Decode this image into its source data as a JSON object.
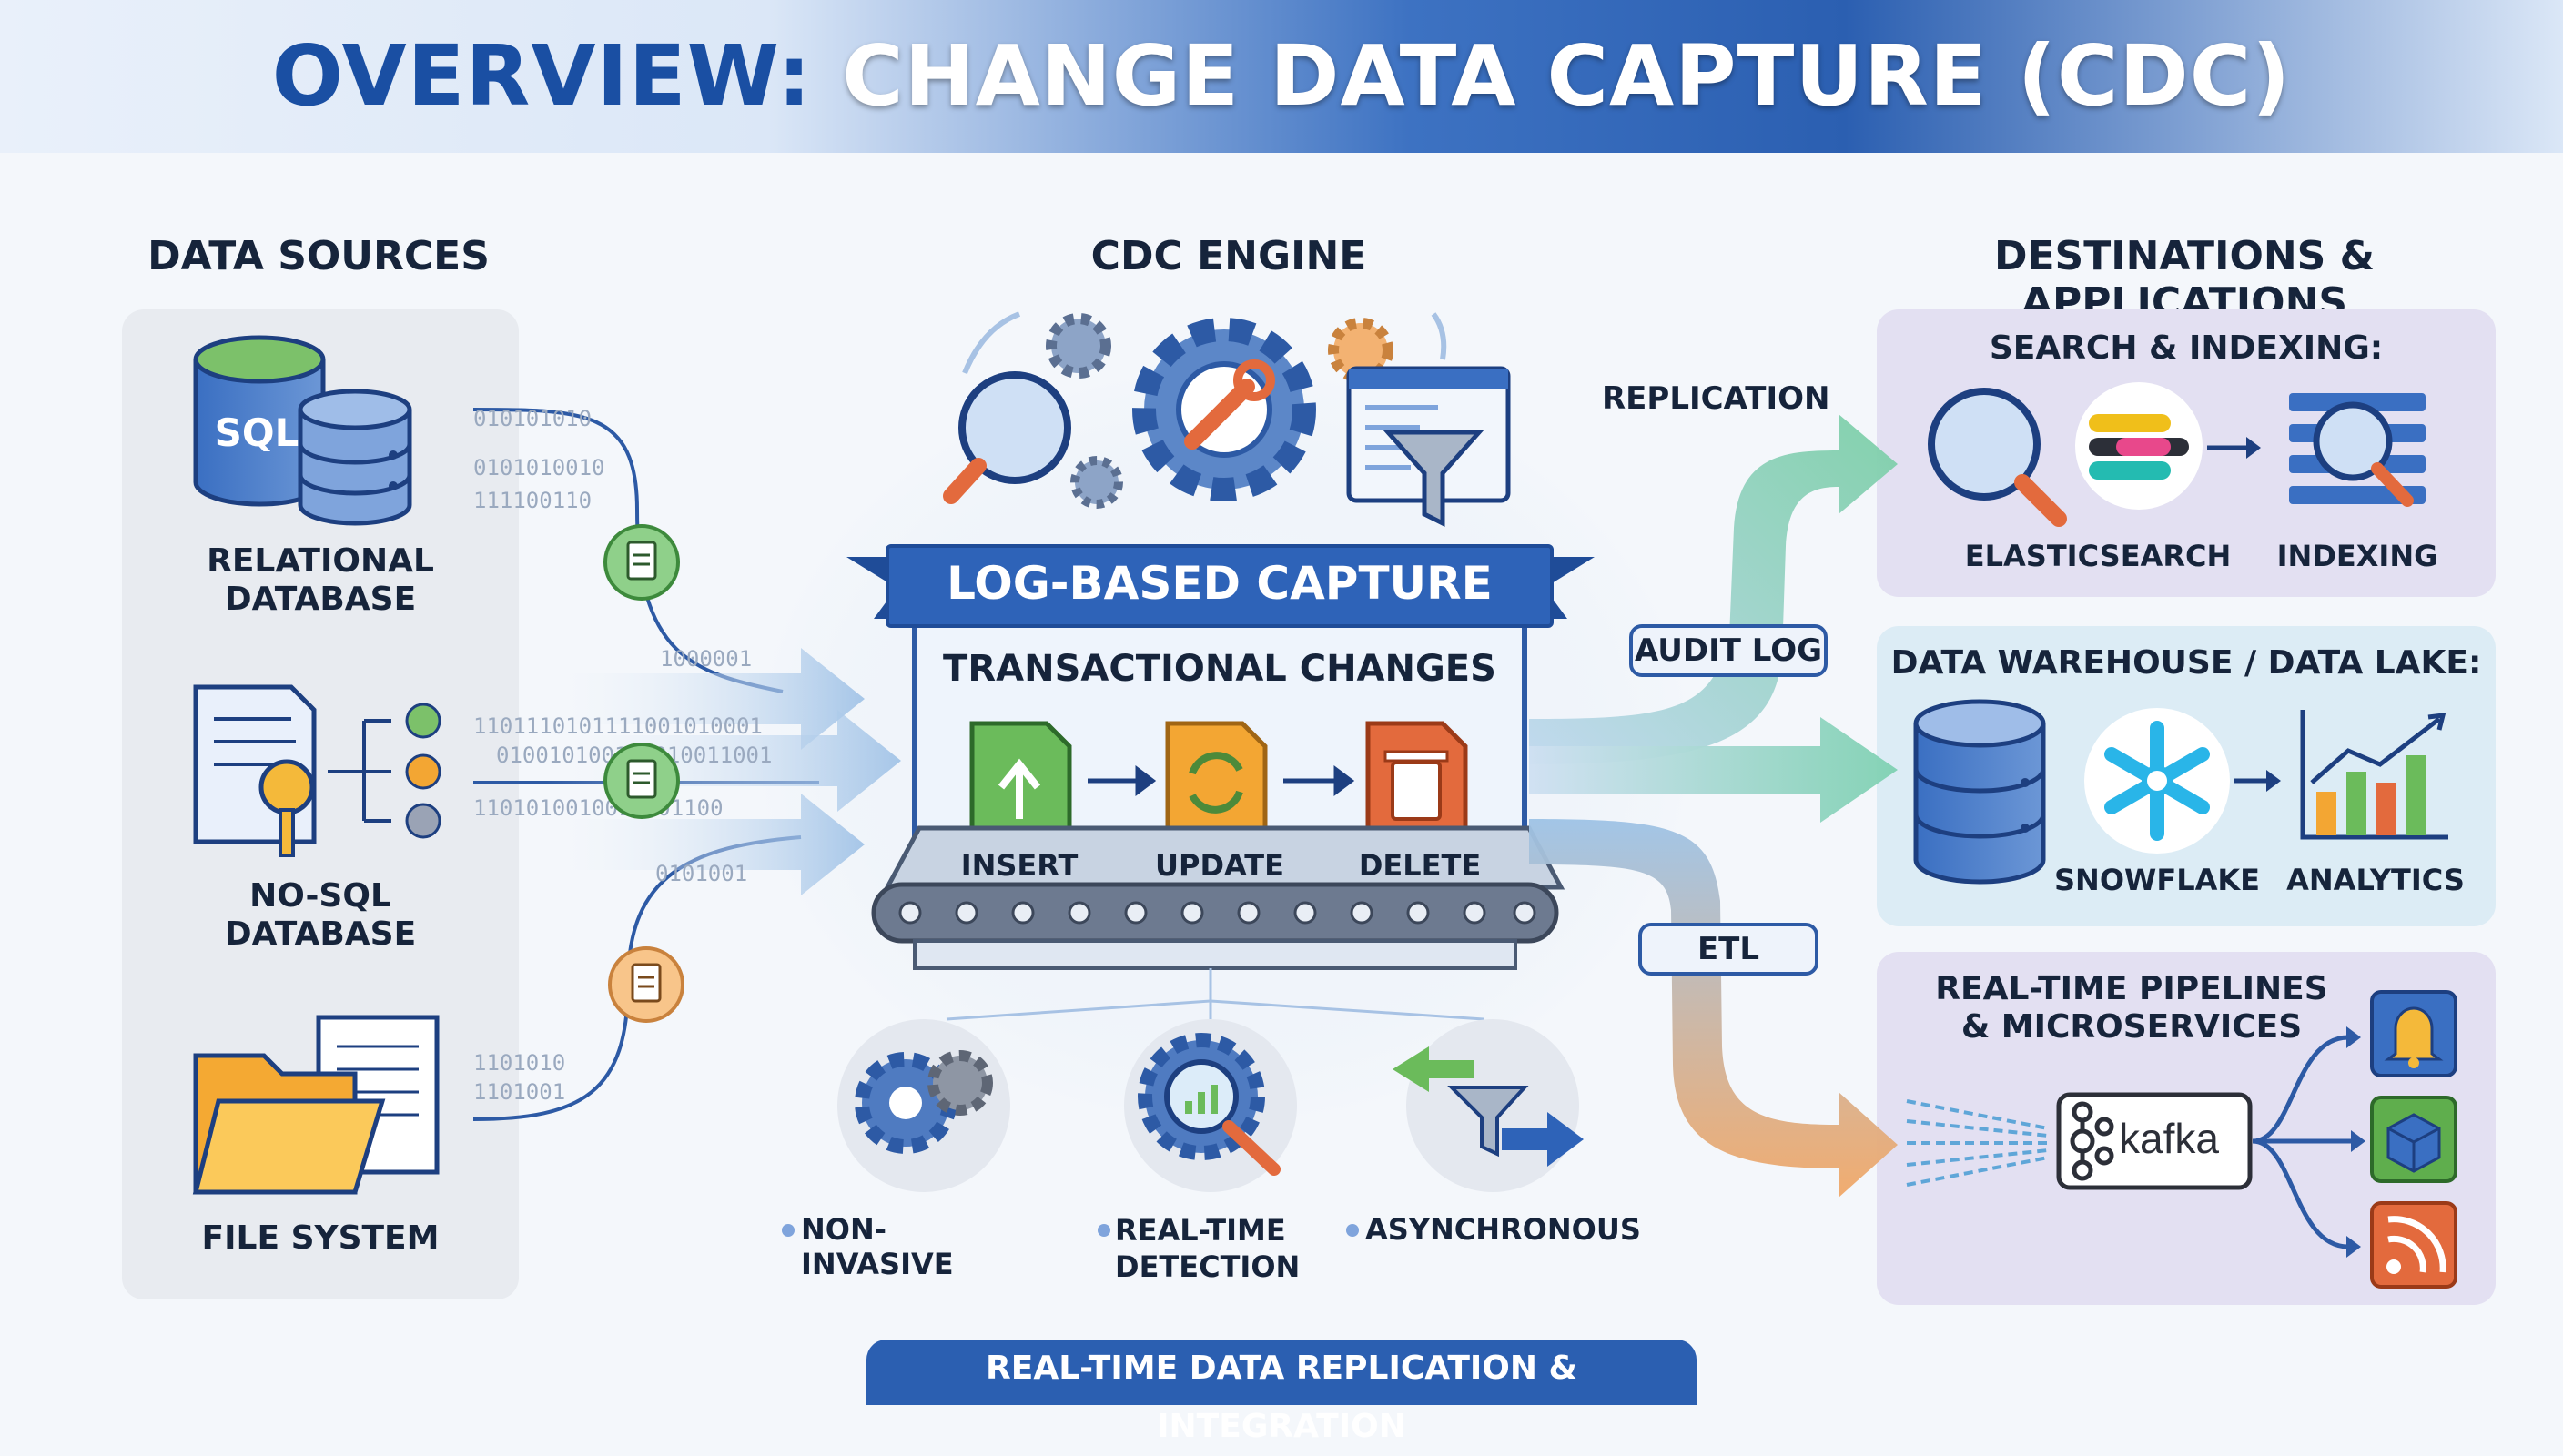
{
  "title": {
    "part1": "OVERVIEW:",
    "part2": "CHANGE DATA CAPTURE (CDC)"
  },
  "sources": {
    "heading": "DATA SOURCES",
    "sql_badge": "SQL",
    "relational_line1": "RELATIONAL",
    "relational_line2": "DATABASE",
    "nosql_line1": "NO-SQL",
    "nosql_line2": "DATABASE",
    "filesystem": "FILE SYSTEM"
  },
  "engine": {
    "heading": "CDC ENGINE",
    "banner": "LOG-BASED CAPTURE",
    "subtitle": "TRANSACTIONAL CHANGES",
    "ops": [
      "INSERT",
      "UPDATE",
      "DELETE"
    ],
    "features": [
      {
        "line1": "NON-INVASIVE",
        "line2": ""
      },
      {
        "line1": "REAL-TIME",
        "line2": "DETECTION"
      },
      {
        "line1": "ASYNCHRONOUS",
        "line2": ""
      }
    ]
  },
  "flows": {
    "replication": "REPLICATION",
    "audit_log": "AUDIT LOG",
    "etl": "ETL"
  },
  "destinations": {
    "heading": "DESTINATIONS & APPLICATIONS",
    "search": {
      "title": "SEARCH & INDEXING:",
      "elasticsearch": "ELASTICSEARCH",
      "indexing": "INDEXING"
    },
    "warehouse": {
      "title": "DATA WAREHOUSE / DATA LAKE:",
      "snowflake": "SNOWFLAKE",
      "analytics": "ANALYTICS"
    },
    "pipelines": {
      "title_line1": "REAL-TIME PIPELINES",
      "title_line2": "& MICROSERVICES",
      "kafka": "kafka"
    }
  },
  "binary": [
    "010101010",
    "0101010010",
    "111100110",
    "1000001",
    "1101110101111001010001",
    "010010100110010011001",
    "1101010010011001100",
    "0101001",
    "1101010",
    "1101001"
  ],
  "footer": "REAL-TIME DATA REPLICATION & INTEGRATION",
  "colors": {
    "brand": "#2b5fb1",
    "insert": "#5fae4d",
    "update": "#f3a633",
    "delete": "#e36a3d",
    "flow_green": "#7ccfa7",
    "flow_orange": "#f1a868"
  },
  "icons": [
    "sql-database-icon",
    "document-key-icon",
    "folder-icon",
    "magnifier-icon",
    "gear-wrench-icon",
    "funnel-icon",
    "elasticsearch-logo",
    "snowflake-logo",
    "kafka-logo",
    "bell-icon",
    "box-icon",
    "rss-icon"
  ]
}
